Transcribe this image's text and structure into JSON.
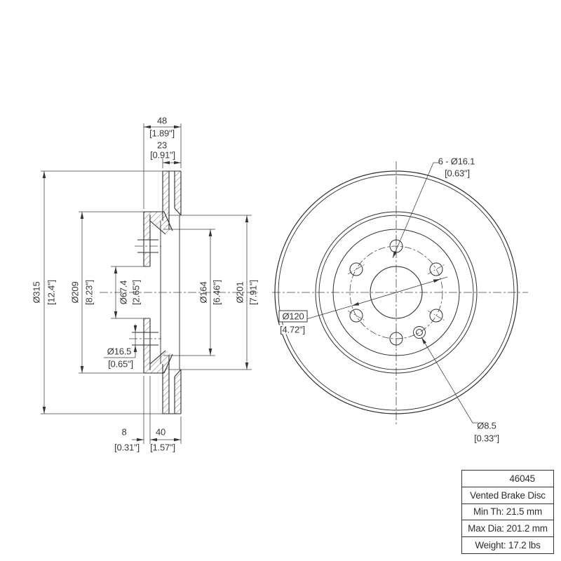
{
  "drawing": {
    "section_view": {
      "dim_width_total": {
        "mm": "48",
        "in": "[1.89\"]"
      },
      "dim_rim_thickness": {
        "mm": "23",
        "in": "[0.91\"]"
      },
      "dim_outer_dia": {
        "mm": "Ø315",
        "in": "[12.4\"]"
      },
      "dim_hat_dia": {
        "mm": "Ø209",
        "in": "[8.23\"]"
      },
      "dim_bore_dia": {
        "mm": "Ø67.4",
        "in": "[2.65\"]"
      },
      "dim_inner_pad_dia": {
        "mm": "Ø164",
        "in": "[6.46\"]"
      },
      "dim_outer_pad_dia": {
        "mm": "Ø201",
        "in": "[7.91\"]"
      },
      "dim_bolt_hole_dia": {
        "mm": "Ø16.5",
        "in": "[0.65\"]"
      },
      "dim_hat_depth": {
        "mm": "8",
        "in": "[0.31\"]"
      },
      "dim_hat_offset": {
        "mm": "40",
        "in": "[1.57\"]"
      }
    },
    "front_view": {
      "dim_bolt_holes": {
        "mm": "6 - Ø16.1",
        "in": "[0.63\"]"
      },
      "dim_bolt_circle": {
        "mm": "Ø120",
        "in": "[4.72\"]"
      },
      "dim_pin_hole": {
        "mm": "Ø8.5",
        "in": "[0.33\"]"
      }
    },
    "title_block": {
      "part_number": "46045",
      "description": "Vented Brake Disc",
      "min_thickness": "Min Th: 21.5 mm",
      "max_diameter": "Max Dia: 201.2 mm",
      "weight": "Weight: 17.2 lbs"
    }
  }
}
